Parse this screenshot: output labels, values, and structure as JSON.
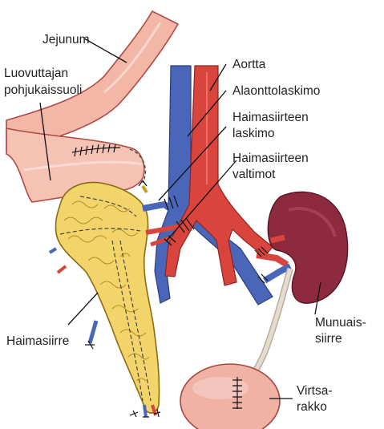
{
  "labels": {
    "jejunum": "Jejunum",
    "donor_duodenum_line1": "Luovuttajan",
    "donor_duodenum_line2": "pohjukaissuoli",
    "aorta": "Aortta",
    "vena_cava": "Alaonttolaskimo",
    "pancreas_vein_line1": "Haimasiirteen",
    "pancreas_vein_line2": "laskimo",
    "pancreas_arteries_line1": "Haimasiirteen",
    "pancreas_arteries_line2": "valtimot",
    "pancreas_graft": "Haimasiirre",
    "kidney_graft_line1": "Munuais-",
    "kidney_graft_line2": "siirre",
    "bladder_line1": "Virtsa-",
    "bladder_line2": "rakko"
  },
  "colors": {
    "artery": "#d9443d",
    "vein": "#4a66b8",
    "bowel": "#f3b7a7",
    "bowel_outline": "#b04a45",
    "pancreas": "#f2d46a",
    "pancreas_outline": "#8a6d12",
    "kidney": "#8e2a40",
    "bladder": "#f1b2a6",
    "ureter": "#d8cfc1"
  }
}
